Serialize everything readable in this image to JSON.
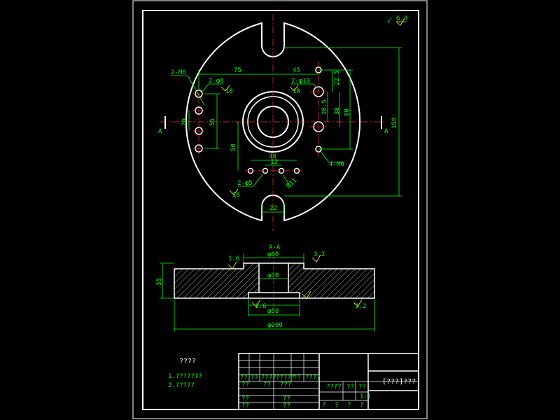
{
  "dims": {
    "d75": "75",
    "d45": "45",
    "holes_m6_left": "2-M6",
    "holes_d8": "2-φ8",
    "depth18a": "18",
    "holes_d10": "2-φ10",
    "depth18b": "18",
    "d22_5": "22.5",
    "d28_5": "28.5",
    "d38": "38",
    "d80": "80",
    "d150": "150",
    "d20": "20",
    "d55": "55",
    "d50": "50",
    "d44": "44",
    "d12": "12",
    "holes_m6_right": "4-M6",
    "holes_d5": "2-φ5",
    "depth18c": "18",
    "d11": "R11",
    "d22": "22",
    "section_a_left": "A",
    "section_a_right": "A",
    "corner_rough": "6.3",
    "corner_sym": "√",
    "section_title": "A-A",
    "d60": "φ60",
    "d30": "φ30",
    "d50b": "φ50",
    "d200": "φ200",
    "d35": "35",
    "rough_top": "3.2",
    "rough_bot": "3.2",
    "rough_left": "1.6",
    "rough_mid": "1.6"
  },
  "notes": {
    "title": "????",
    "line1": "1.???????",
    "line2": "2.?????"
  },
  "title_block": {
    "drawing_name": "[???]???",
    "scale": "1:1",
    "cells": {
      "h1": "??",
      "h2": "??",
      "h3": "????",
      "h4": "?????",
      "h5": "??",
      "h6": "????",
      "r1": "??",
      "r2": "??",
      "r3": "???",
      "r4": "??",
      "r5": "??",
      "r6": "??",
      "r7": "??",
      "m1": "????",
      "m2": "??",
      "m3": "??",
      "b1": "?",
      "b2": "?",
      "b3": "?",
      "b4": "?"
    }
  }
}
